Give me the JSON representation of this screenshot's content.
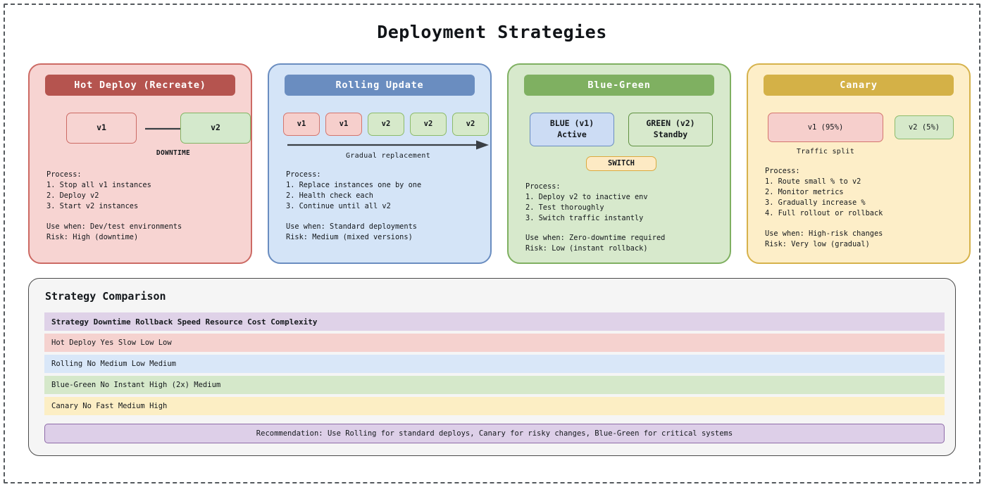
{
  "page": {
    "title": "Deployment Strategies",
    "border_color": "#555a5e"
  },
  "cards": [
    {
      "id": "hot-deploy",
      "title": "Hot Deploy (Recreate)",
      "header_color": "#b5544f",
      "bg_color": "#f7d4d2",
      "border_color": "#cc6a64",
      "boxes": [
        {
          "label": "v1",
          "bg": "#f7d4d2",
          "border": "#cc6a64"
        },
        {
          "label": "v2",
          "bg": "#d4e9cc",
          "border": "#82b563"
        }
      ],
      "caption": "DOWNTIME",
      "process_title": "Process:",
      "steps": [
        "1. Stop all v1 instances",
        "2. Deploy v2",
        "3. Start v2 instances"
      ],
      "use_when": "Use when: Dev/test environments",
      "risk": "Risk: High (downtime)"
    },
    {
      "id": "rolling-update",
      "title": "Rolling Update",
      "header_color": "#6a8dc0",
      "bg_color": "#d4e4f7",
      "border_color": "#6a8dc0",
      "boxes": [
        {
          "label": "v1",
          "bg": "#f6cfcc",
          "border": "#d4756d"
        },
        {
          "label": "v1",
          "bg": "#f6cfcc",
          "border": "#d4756d"
        },
        {
          "label": "v2",
          "bg": "#d6e9ca",
          "border": "#8cbb6b"
        },
        {
          "label": "v2",
          "bg": "#d6e9ca",
          "border": "#8cbb6b"
        },
        {
          "label": "v2",
          "bg": "#d6e9ca",
          "border": "#8cbb6b"
        }
      ],
      "caption": "Gradual replacement",
      "process_title": "Process:",
      "steps": [
        "1. Replace instances one by one",
        "2. Health check each",
        "3. Continue until all v2"
      ],
      "use_when": "Use when: Standard deployments",
      "risk": "Risk: Medium (mixed versions)"
    },
    {
      "id": "blue-green",
      "title": "Blue-Green",
      "header_color": "#7fb061",
      "bg_color": "#d7e9cc",
      "border_color": "#7fb061",
      "boxes": [
        {
          "label": "BLUE (v1)\nActive",
          "bg": "#ccdcf4",
          "border": "#6a8dc0"
        },
        {
          "label": "GREEN (v2)\nStandby",
          "bg": "transparent",
          "border": "#5f9140"
        }
      ],
      "switch_label": "SWITCH",
      "switch_bg": "#fdeac4",
      "switch_border": "#dba93f",
      "process_title": "Process:",
      "steps": [
        "1. Deploy v2 to inactive env",
        "2. Test thoroughly",
        "3. Switch traffic instantly"
      ],
      "use_when": "Use when: Zero-downtime required",
      "risk": "Risk: Low (instant rollback)"
    },
    {
      "id": "canary",
      "title": "Canary",
      "header_color": "#d4b147",
      "bg_color": "#fdeec8",
      "border_color": "#d6b24b",
      "boxes": [
        {
          "label": "v1 (95%)",
          "bg": "#f6cfcc",
          "border": "#d4756d"
        },
        {
          "label": "v2 (5%)",
          "bg": "#d6e9ca",
          "border": "#8cbb6b"
        }
      ],
      "caption": "Traffic split",
      "process_title": "Process:",
      "steps": [
        "1. Route small % to v2",
        "2. Monitor metrics",
        "3. Gradually increase %",
        "4. Full rollout or rollback"
      ],
      "use_when": "Use when: High-risk changes",
      "risk": "Risk: Very low (gradual)"
    }
  ],
  "comparison": {
    "title": "Strategy Comparison",
    "columns": [
      "Strategy",
      "Downtime",
      "Rollback Speed",
      "Resource Cost",
      "Complexity"
    ],
    "header_text": "Strategy Downtime Rollback Speed Resource Cost Complexity",
    "header_bg": "#dfd2e8",
    "rows": [
      {
        "text": "Hot Deploy Yes Slow Low Low",
        "bg": "#f5d2cf",
        "cells": [
          "Hot Deploy",
          "Yes",
          "Slow",
          "Low",
          "Low"
        ]
      },
      {
        "text": "Rolling No Medium Low Medium",
        "bg": "#d9e7f8",
        "cells": [
          "Rolling",
          "No",
          "Medium",
          "Low",
          "Medium"
        ]
      },
      {
        "text": "Blue-Green No Instant High (2x) Medium",
        "bg": "#d5e8ca",
        "cells": [
          "Blue-Green",
          "No",
          "Instant",
          "High (2x)",
          "Medium"
        ]
      },
      {
        "text": "Canary No Fast Medium High",
        "bg": "#fceec4",
        "cells": [
          "Canary",
          "No",
          "Fast",
          "Medium",
          "High"
        ]
      }
    ],
    "recommendation": "Recommendation: Use Rolling for standard deploys, Canary for risky changes, Blue-Green for critical systems",
    "recommendation_bg": "#ddcfe8",
    "recommendation_border": "#8e6aa8"
  }
}
